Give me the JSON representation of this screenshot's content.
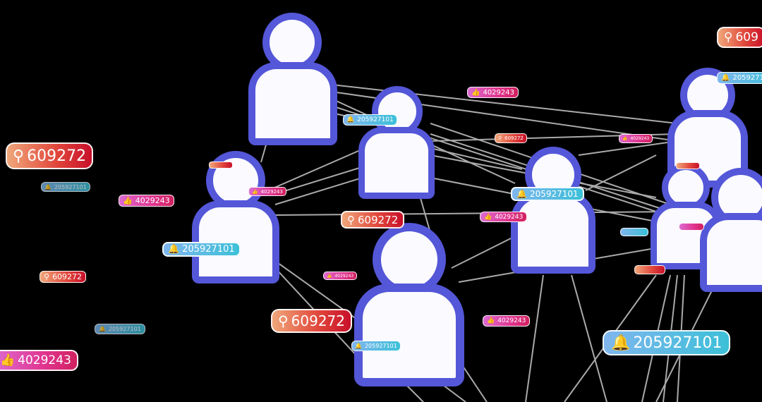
{
  "scene": {
    "background": "#000000",
    "node_fill": "#fbfbff",
    "node_stroke": "#5457d8",
    "edge_color": "#c8c8c8"
  },
  "badge_types": {
    "search": {
      "icon": "search-icon",
      "glyph": "⚲",
      "value": "609272",
      "colors": [
        "#f0a77a",
        "#c8102a"
      ]
    },
    "like": {
      "icon": "thumbs-up-icon",
      "glyph": "👍",
      "value": "4029243",
      "colors": [
        "#dc6ad0",
        "#d1205f"
      ]
    },
    "bell": {
      "icon": "bell-icon",
      "glyph": "🔔",
      "value": "205927101",
      "colors": [
        "#7fb6ee",
        "#3cc0d8"
      ]
    }
  },
  "badges": [
    {
      "type": "search",
      "label": "609272"
    },
    {
      "type": "bell",
      "label": "205927101"
    },
    {
      "type": "like",
      "label": "4029243"
    },
    {
      "type": "search",
      "label": "609272"
    },
    {
      "type": "bell",
      "label": "205927101"
    },
    {
      "type": "like",
      "label": "4029243"
    },
    {
      "type": "bell",
      "label": "205927101"
    },
    {
      "type": "search",
      "label": "609272"
    },
    {
      "type": "like",
      "label": "4029243"
    },
    {
      "type": "bell",
      "label": "205927101"
    },
    {
      "type": "search",
      "label": "609272"
    },
    {
      "type": "like",
      "label": "4029243"
    },
    {
      "type": "like",
      "label": "4029243"
    },
    {
      "type": "bell",
      "label": "205927101"
    },
    {
      "type": "search",
      "label": "609272"
    },
    {
      "type": "like",
      "label": "4029243"
    },
    {
      "type": "like",
      "label": "4029243"
    },
    {
      "type": "bell",
      "label": "205927101"
    },
    {
      "type": "search",
      "label": "609"
    },
    {
      "type": "bell",
      "label": "205927101"
    },
    {
      "type": "like",
      "label": "4029243"
    },
    {
      "type": "bell",
      "label": "205927101"
    },
    {
      "type": "search",
      "label": "609272"
    },
    {
      "type": "like",
      "label": "4029243"
    },
    {
      "type": "search",
      "label": "609272"
    }
  ]
}
